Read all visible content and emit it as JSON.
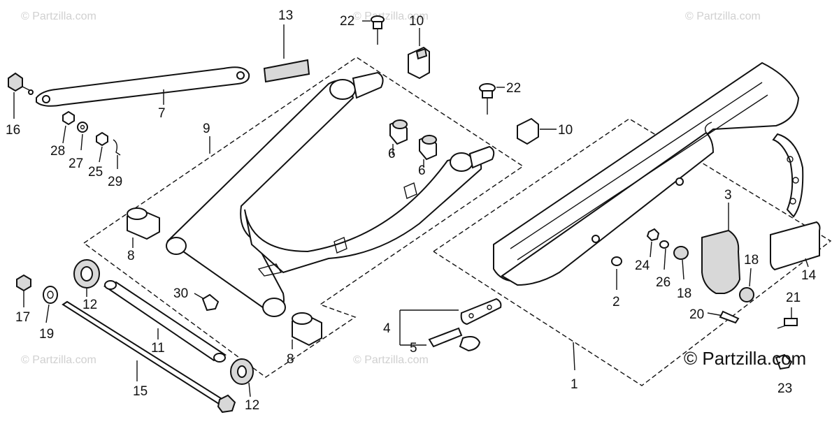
{
  "watermark": {
    "text": "© Partzilla.com",
    "color": "#d0d0d0"
  },
  "brand": {
    "text": "© Partzilla.com"
  },
  "callouts": {
    "c1": "1",
    "c2": "2",
    "c3": "3",
    "c4": "4",
    "c5": "5",
    "c6a": "6",
    "c6b": "6",
    "c7": "7",
    "c8a": "8",
    "c8b": "8",
    "c9": "9",
    "c10a": "10",
    "c10b": "10",
    "c11": "11",
    "c12a": "12",
    "c12b": "12",
    "c13": "13",
    "c14": "14",
    "c15": "15",
    "c16": "16",
    "c17": "17",
    "c18a": "18",
    "c18b": "18",
    "c19": "19",
    "c20": "20",
    "c21": "21",
    "c22a": "22",
    "c22b": "22",
    "c23": "23",
    "c24": "24",
    "c25": "25",
    "c26": "26",
    "c27": "27",
    "c28": "28",
    "c29": "29",
    "c30": "30"
  }
}
